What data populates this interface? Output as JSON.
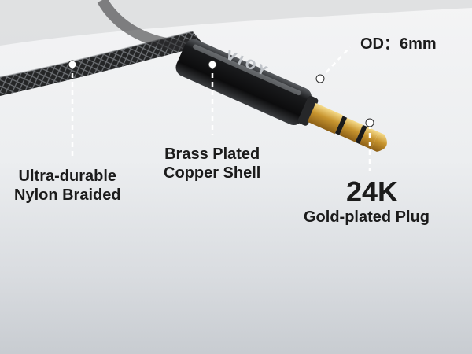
{
  "image": {
    "brand_mark": "VIOY",
    "callouts": {
      "outer_diameter": "OD：6mm",
      "shell_line1": "Brass Plated",
      "shell_line2": "Copper Shell",
      "braid_line1": "Ultra-durable",
      "braid_line2": "Nylon Braided",
      "plug_karat": "24K",
      "plug_desc": "Gold-plated Plug"
    }
  },
  "colors": {
    "background": "#eceef0",
    "text": "#1b1b1b",
    "callout_line": "#ffffff",
    "gold": "#d2a23d",
    "shell": "#111111"
  }
}
